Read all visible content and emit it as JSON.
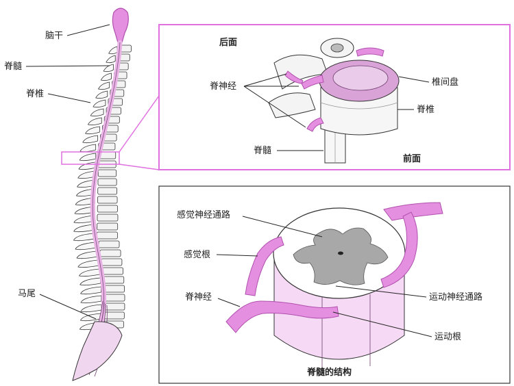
{
  "colors": {
    "nerve": "#e58fe0",
    "nerve_stroke": "#b04fae",
    "spine_pink": "#e9b3e6",
    "gray_matter": "#a8a8a8",
    "panel_border_pink": "#e06fe0",
    "panel_border_dark": "#333333",
    "outline": "#333333"
  },
  "left_spine": {
    "labels": {
      "brainstem": "脑干",
      "spinal_cord": "脊髓",
      "vertebra": "脊椎",
      "cauda_equina": "马尾"
    }
  },
  "vertebra_detail": {
    "labels": {
      "back": "后面",
      "front": "前面",
      "spinal_nerve": "脊神经",
      "disc": "椎间盘",
      "vertebra": "脊椎",
      "spinal_cord": "脊髓"
    }
  },
  "cord_structure": {
    "title": "脊髓的结构",
    "labels": {
      "sensory_pathway": "感觉神经通路",
      "sensory_root": "感觉根",
      "spinal_nerve": "脊神经",
      "motor_pathway": "运动神经通路",
      "motor_root": "运动根"
    }
  }
}
